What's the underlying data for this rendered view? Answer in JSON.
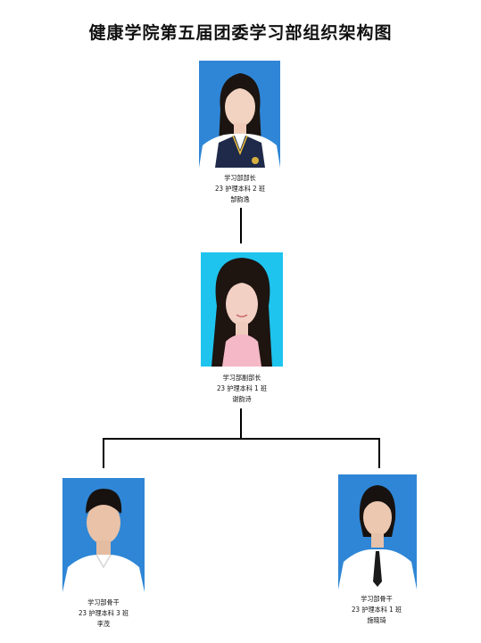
{
  "title": "健康学院第五届团委学习部组织架构图",
  "colors": {
    "photo_bg_blue": "#2f86d6",
    "photo_bg_cyan": "#1ec4ee",
    "line": "#000000"
  },
  "members": [
    {
      "role": "学习部部长",
      "class": "23 护理本科 2 班",
      "name": "郜韵逸"
    },
    {
      "role": "学习部副部长",
      "class": "23 护理本科 1 班",
      "name": "谢韵诗"
    },
    {
      "role": "学习部骨干",
      "class": "23 护理本科 3 班",
      "name": "李茂"
    },
    {
      "role": "学习部骨干",
      "class": "23 护理本科 1 班",
      "name": "施晓琦"
    }
  ]
}
